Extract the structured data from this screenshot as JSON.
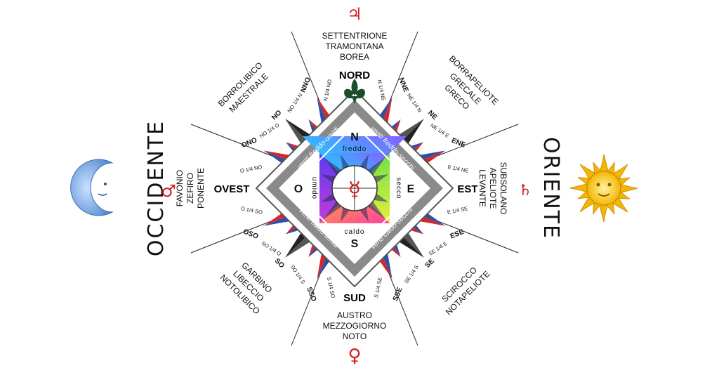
{
  "sides": {
    "west_title": "OCCIDENTE",
    "east_title": "ORIENTE"
  },
  "planets": {
    "north": "♃",
    "south": "♀",
    "west": "♂",
    "east": "♄",
    "center": "☿"
  },
  "winds": {
    "north": [
      "SETTENTRIONE",
      "TRAMONTANA",
      "BOREA"
    ],
    "south": [
      "AUSTRO",
      "MEZZOGIORNO",
      "NOTO"
    ],
    "west": [
      "FAVONIO",
      "ZEFIRO",
      "PONENTE"
    ],
    "east": [
      "SUBSOLANO",
      "APELIOTE",
      "LEVANTE"
    ],
    "northwest": [
      "BORROLIBICO",
      "MAESTRALE"
    ],
    "northeast": [
      "BORRAPELIOTE",
      "GRECALE",
      "GRECO"
    ],
    "southwest": [
      "GARBINO",
      "LIBECCIO",
      "NOTOLIBICO"
    ],
    "southeast": [
      "SCIROCCO",
      "NOTAPELIOTE"
    ]
  },
  "cardinals": {
    "north": "NORD",
    "south": "SUD",
    "west": "OVEST",
    "east": "EST"
  },
  "intercardinals": {
    "NNO": "NNO",
    "NO": "NO",
    "ONO": "ONO",
    "NNE": "NNE",
    "NE": "NE",
    "ENE": "ENE",
    "OSO": "OSO",
    "SO": "SO",
    "SSO": "SSO",
    "ESE": "ESE",
    "SE": "SE",
    "SSE": "SSE"
  },
  "quarters": {
    "n_no": "N 1/4 NO",
    "no_n": "NO 1/4 N",
    "no_o": "NO 1/4 O",
    "o_no": "O 1/4 NO",
    "n_ne": "N 1/4 NE",
    "ne_n": "NE 1/4 N",
    "ne_e": "NE 1/4 E",
    "e_ne": "E 1/4 NE",
    "o_so": "O 1/4 SO",
    "so_o": "SO 1/4 O",
    "so_s": "SO 1/4 S",
    "s_so": "S 1/4 SO",
    "e_se": "E 1/4 SE",
    "se_e": "SE 1/4 E",
    "se_s": "SE 1/4 S",
    "s_se": "S 1/4 SE"
  },
  "bands": {
    "nw": "venti freddo-umidi",
    "ne": "venti freddo-secchi",
    "sw": "venti caldo-umidi",
    "se": "venti caldo-secchi"
  },
  "inner": {
    "n_letter": "N",
    "s_letter": "S",
    "o_letter": "O",
    "e_letter": "E",
    "n_word": "freddo",
    "s_word": "caldo",
    "o_word": "umido",
    "e_word": "secco"
  },
  "colors": {
    "planet_red": "#d21f1f",
    "ray_red": "#d62828",
    "ray_blue": "#2f4fa8",
    "band_gray": "#7a7a7a",
    "moon_blue": "#6f9fd8",
    "sun_yellow": "#f2b705"
  }
}
